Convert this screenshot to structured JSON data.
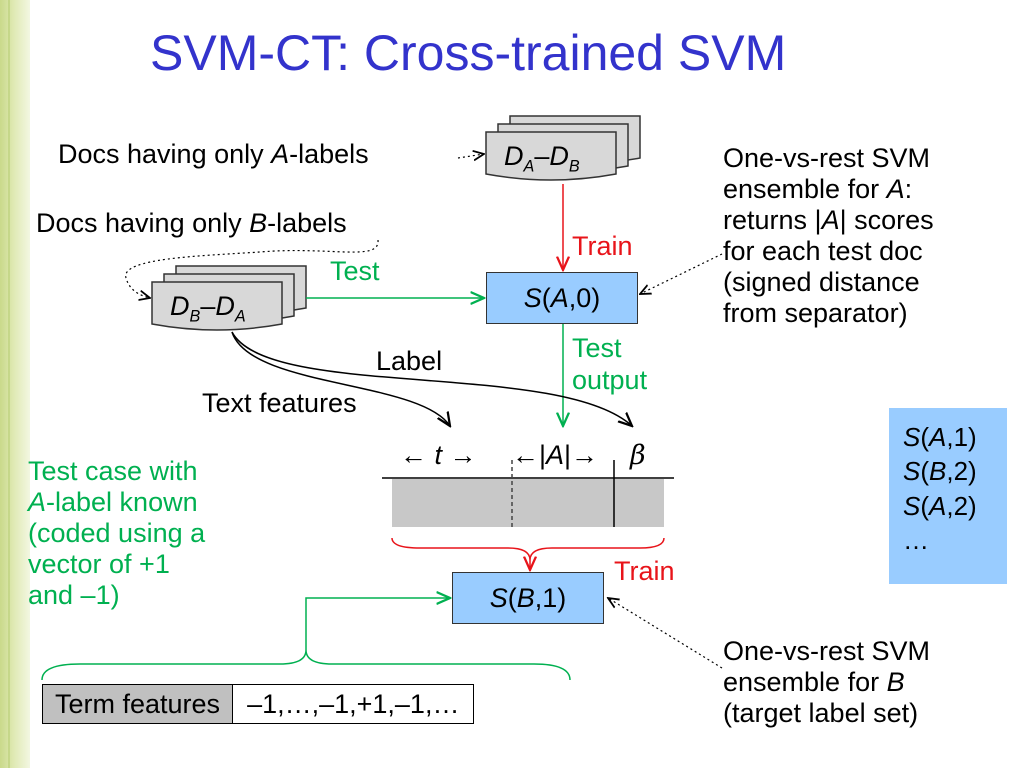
{
  "title": "SVM-CT: Cross-trained SVM",
  "labels": {
    "docs_a_pre": "Docs having only ",
    "docs_a_em": "A",
    "docs_a_post": "-labels",
    "docs_b_pre": "Docs having only ",
    "docs_b_em": "B",
    "docs_b_post": "-labels",
    "train_top": "Train",
    "test": "Test",
    "test_output_1": "Test",
    "test_output_2": "output",
    "label": "Label",
    "text_features": "Text features",
    "train_bottom": "Train",
    "t_marker_pre": "← ",
    "t_marker_var": "t",
    "t_marker_post": " →",
    "a_marker_pre": "←|",
    "a_marker_var": "A",
    "a_marker_post": "|→",
    "beta": "β"
  },
  "doc_stack_top": {
    "d1": "D",
    "s1": "A",
    "dash": "–",
    "d2": "D",
    "s2": "B"
  },
  "doc_stack_left": {
    "d1": "D",
    "s1": "B",
    "dash": "–",
    "d2": "D",
    "s2": "A"
  },
  "svm_a0": {
    "s": "S",
    "open": "(",
    "v": "A",
    "rest": ",0)"
  },
  "svm_b1": {
    "s": "S",
    "open": "(",
    "v": "B",
    "rest": ",1)"
  },
  "ensemble_list": [
    {
      "s": "S",
      "open": "(",
      "v": "A",
      "rest": ",1)"
    },
    {
      "s": "S",
      "open": "(",
      "v": "B",
      "rest": ",2)"
    },
    {
      "s": "S",
      "open": "(",
      "v": "A",
      "rest": ",2)"
    }
  ],
  "ensemble_ellipsis": "…",
  "right_note_a": {
    "line1": "One-vs-rest SVM",
    "line2_pre": "ensemble for ",
    "line2_em": "A",
    "line2_post": ":",
    "line3_pre": "returns |",
    "line3_em": "A",
    "line3_post": "| scores",
    "line4": "for each test doc",
    "line5": "(signed distance",
    "line6": "from separator)"
  },
  "right_note_b": {
    "line1": "One-vs-rest SVM",
    "line2_pre": "ensemble for ",
    "line2_em": "B",
    "line3": "(target label set)"
  },
  "left_note": {
    "line1": "Test case with",
    "line2_em": "A",
    "line2_post": "-label known",
    "line3": "(coded using a",
    "line4": "vector of +1",
    "line5": "and –1)"
  },
  "term_features": {
    "label": "Term features",
    "value": "–1,…,–1,+1,–1,…"
  },
  "colors": {
    "title": "#3333cc",
    "green": "#00b050",
    "red": "#e8141a",
    "box": "#99ccff"
  }
}
